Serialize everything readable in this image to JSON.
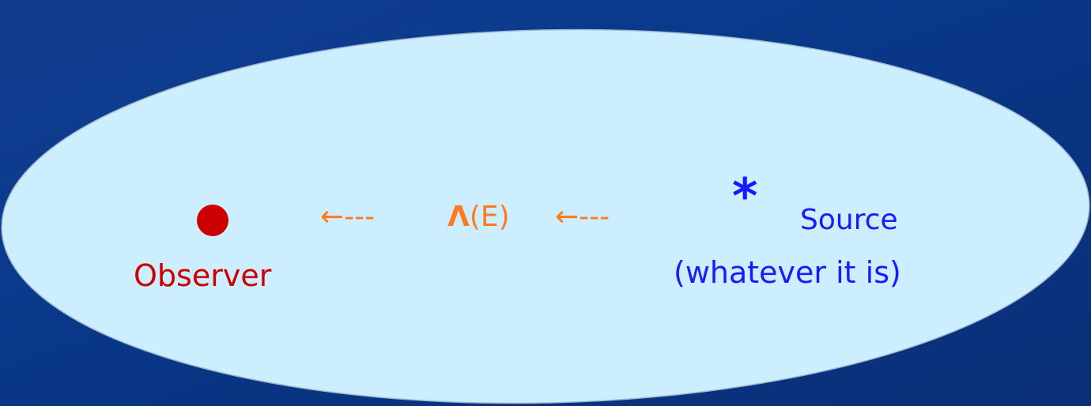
{
  "colors": {
    "background": "#0a3a8c",
    "ellipse_fill": "#cdeeff",
    "ellipse_stroke": "#9fb7cf",
    "observer": "#cc0000",
    "signal": "#ff7a1f",
    "source": "#1a1aff"
  },
  "diagram": {
    "observer": {
      "label": "Observer"
    },
    "signal": {
      "arrow_left": "←---",
      "lambda_symbol": "Λ",
      "lambda_arg": "(E)",
      "arrow_right": "←---"
    },
    "source": {
      "symbol": "*",
      "label": "Source",
      "sublabel": "(whatever it is)"
    }
  }
}
